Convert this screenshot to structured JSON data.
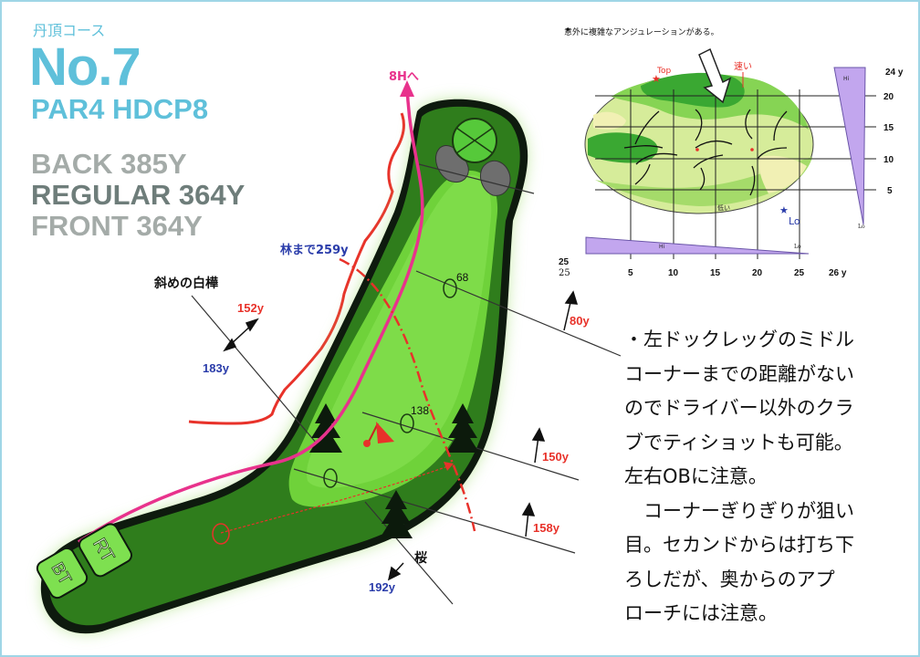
{
  "header": {
    "course_name": "丹頂コース",
    "hole_number": "No.7",
    "par_hdcp": "PAR4 HDCP8",
    "tees": [
      {
        "label": "BACK 385Y",
        "color": "#a4aba8"
      },
      {
        "label": "REGULAR 364Y",
        "color": "#6e7d7a"
      },
      {
        "label": "FRONT 364Y",
        "color": "#a4aba8"
      }
    ],
    "accent_color": "#5fc0da"
  },
  "map": {
    "next_hole_label": "8Hへ",
    "woods_distance_label": "林まで259y",
    "landmark_birch": "斜めの白樺",
    "landmark_cherry": "桜",
    "yardages": {
      "y152": "152y",
      "y183": "183y",
      "y80": "80y",
      "y150": "150y",
      "y158": "158y",
      "y192": "192y"
    },
    "marker_68": "68",
    "marker_138": "138",
    "tee_rt": "RT",
    "tee_bt": "BT"
  },
  "green_detail": {
    "note": "意外に複雑なアンジュレーションがある。",
    "top_label": "Top",
    "fast_label": "速い",
    "low_label": "低い",
    "lo_label": "Lo",
    "hi_label": "Hi",
    "lo_small": "Lo",
    "side_scale_title": "24 y",
    "side_ticks": [
      "20",
      "15",
      "10",
      "5"
    ],
    "bottom_ticks": [
      "5",
      "10",
      "15",
      "20",
      "25"
    ],
    "bottom_end": "26 y",
    "depth_top": "25",
    "depth_bottom": "25"
  },
  "description": "・左ドックレッグのミドル\nコーナーまでの距離がない\nのでドライバー以外のクラ\nブでティショットも可能。\n左右OBに注意。\n　コーナーぎりぎりが狙い\n目。セカンドからは打ち下\nろしだが、奥からのアプ\nローチには注意。"
}
